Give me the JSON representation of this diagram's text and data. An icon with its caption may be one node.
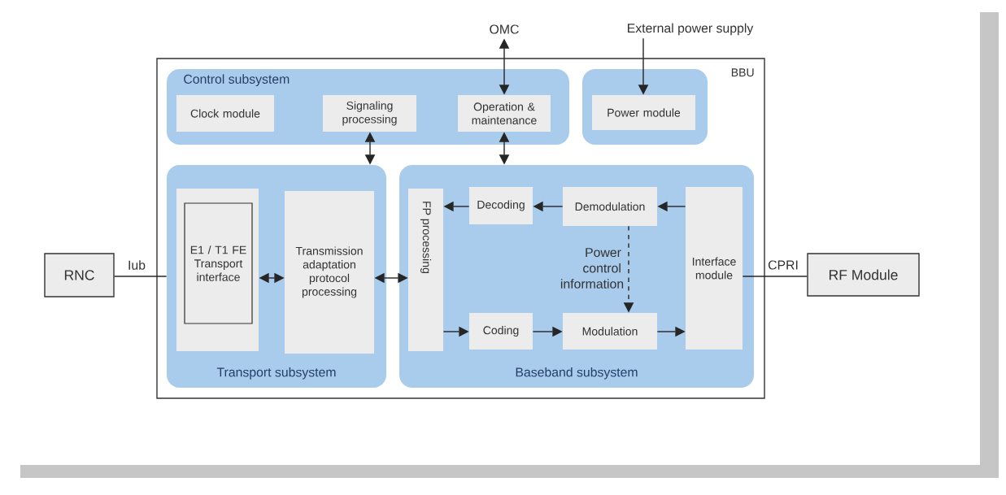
{
  "diagram": {
    "nodes": [
      {
        "text": [
          "BBU"
        ]
      },
      {
        "text": [
          "Control subsystem"
        ],
        "in": 0
      },
      {
        "text": [
          "Clock module"
        ],
        "in": 1
      },
      {
        "text": [
          "Signaling processing"
        ],
        "in": 1
      },
      {
        "text": [
          "Operation & maintenance"
        ],
        "in": 1
      },
      {
        "text": [],
        "shape": "box",
        "in": 0
      },
      {
        "text": [
          "Power module"
        ],
        "in": 5
      },
      {
        "text": [
          "Transport subsystem"
        ],
        "in": 0
      },
      {
        "text": [],
        "shape": "box",
        "in": 7
      },
      {
        "text": [
          "E1 / T1 FE Transport interface"
        ],
        "in": 8
      },
      {
        "text": [
          "Transmission adaptation protocol processing"
        ],
        "in": 7
      },
      {
        "text": [
          "Baseband subsystem"
        ],
        "in": 0
      },
      {
        "text": [
          "FP processing"
        ],
        "in": 11
      },
      {
        "text": [
          "Decoding"
        ],
        "in": 11
      },
      {
        "text": [
          "Demodulation"
        ],
        "in": 11
      },
      {
        "text": [
          "Interface module"
        ],
        "in": 11
      },
      {
        "text": [
          "Coding"
        ],
        "in": 11
      },
      {
        "text": [
          "Modulation"
        ],
        "in": 11
      },
      {
        "text": [
          "RNC"
        ]
      },
      {
        "text": [
          "RF Module"
        ]
      },
      {
        "text": [
          "OMC"
        ]
      },
      {
        "text": [
          "External power supply"
        ]
      }
    ],
    "edges": [
      {
        "from": 20,
        "to": 4,
        "arrow": "both"
      },
      {
        "from": 21,
        "to": 6,
        "arrow": "to"
      },
      {
        "from": 3,
        "to": 7,
        "arrow": "both"
      },
      {
        "from": 4,
        "to": 11,
        "arrow": "both"
      },
      {
        "from": 18,
        "to": 7,
        "arrow": "none",
        "label": "Iub"
      },
      {
        "from": 8,
        "to": 10,
        "arrow": "both"
      },
      {
        "from": 10,
        "to": 12,
        "arrow": "both"
      },
      {
        "from": 15,
        "to": 14,
        "arrow": "to"
      },
      {
        "from": 14,
        "to": 13,
        "arrow": "to"
      },
      {
        "from": 13,
        "to": 12,
        "arrow": "to"
      },
      {
        "from": 12,
        "to": 16,
        "arrow": "to"
      },
      {
        "from": 16,
        "to": 17,
        "arrow": "to"
      },
      {
        "from": 17,
        "to": 15,
        "arrow": "to"
      },
      {
        "from": 14,
        "to": 17,
        "arrow": "to",
        "style": "dashed",
        "label": "Power control information"
      },
      {
        "from": 15,
        "to": 19,
        "arrow": "none",
        "label": "CPRI"
      }
    ]
  }
}
